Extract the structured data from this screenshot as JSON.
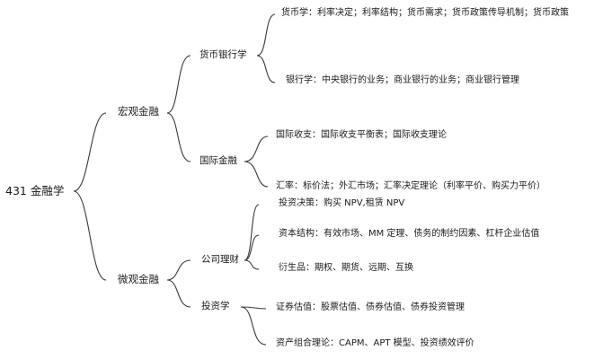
{
  "root": "431 金融学",
  "macro": {
    "label": "宏观金融",
    "money_banking": {
      "label": "货币银行学",
      "items": [
        {
          "title": "货币学",
          "content": "利率决定；利率结构；货币需求；货币政策传导机制；货币政策"
        },
        {
          "title": "银行学",
          "content": "中央银行的业务；商业银行的业务；商业银行管理"
        }
      ]
    },
    "intl_finance": {
      "label": "国际金融",
      "items": [
        {
          "title": "国际收支",
          "content": "国际收支平衡表；国际收支理论"
        },
        {
          "title": "汇率",
          "content": "标价法；外汇市场；汇率决定理论（利率平价、购买力平价）"
        }
      ]
    }
  },
  "micro": {
    "label": "微观金融",
    "corp_finance": {
      "label": "公司理财",
      "items": [
        {
          "title": "投资决策",
          "content": "购买 NPV,租赁 NPV"
        },
        {
          "title": "资本结构",
          "content": "有效市场、MM 定理、债务的制约因素、杠杆企业估值"
        },
        {
          "title": "衍生品",
          "content": "期权、期货、远期、互换"
        }
      ]
    },
    "investments": {
      "label": "投资学",
      "items": [
        {
          "title": "证券估值",
          "content": "股票估值、债券估值、债券投资管理"
        },
        {
          "title": "资产组合理论",
          "content": "CAPM、APT 模型、投资绩效评价"
        }
      ]
    }
  }
}
